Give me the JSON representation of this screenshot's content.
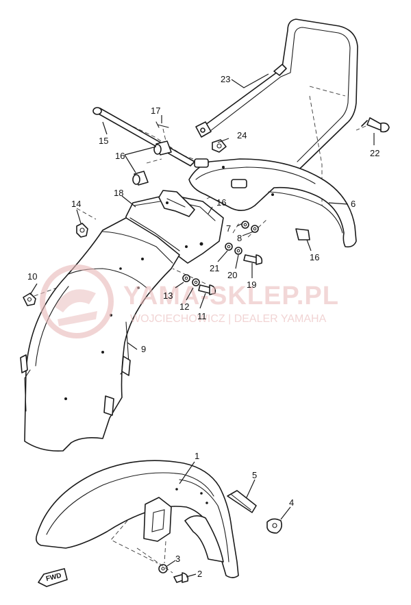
{
  "callouts": [
    {
      "id": "1",
      "part": "front-fender"
    },
    {
      "id": "2",
      "part": "bolt"
    },
    {
      "id": "3",
      "part": "washer"
    },
    {
      "id": "4",
      "part": "grommet"
    },
    {
      "id": "5",
      "part": "front-fender-stay"
    },
    {
      "id": "6",
      "part": "rear-fender-stay"
    },
    {
      "id": "7",
      "part": "washer"
    },
    {
      "id": "8",
      "part": "washer"
    },
    {
      "id": "9",
      "part": "rear-fender"
    },
    {
      "id": "10",
      "part": "nut"
    },
    {
      "id": "11",
      "part": "bolt"
    },
    {
      "id": "12",
      "part": "washer"
    },
    {
      "id": "13",
      "part": "washer"
    },
    {
      "id": "14",
      "part": "nut"
    },
    {
      "id": "15",
      "part": "hinge-pin"
    },
    {
      "id": "16",
      "part": "collar"
    },
    {
      "id": "17",
      "part": "cotter-pin"
    },
    {
      "id": "18",
      "part": "fender-hinge-bracket"
    },
    {
      "id": "19",
      "part": "bolt"
    },
    {
      "id": "20",
      "part": "washer"
    },
    {
      "id": "21",
      "part": "washer"
    },
    {
      "id": "22",
      "part": "bolt"
    },
    {
      "id": "23",
      "part": "grab-bar"
    },
    {
      "id": "24",
      "part": "nut"
    }
  ],
  "watermark": {
    "title": "YAMA-SKLEP.PL",
    "subtitle": "WOJCIECHOWICZ | DEALER YAMAHA"
  },
  "fwd_label": "FWD",
  "colors": {
    "line": "#1a1a1a",
    "watermark": "#e7b7b7",
    "background": "#ffffff"
  }
}
